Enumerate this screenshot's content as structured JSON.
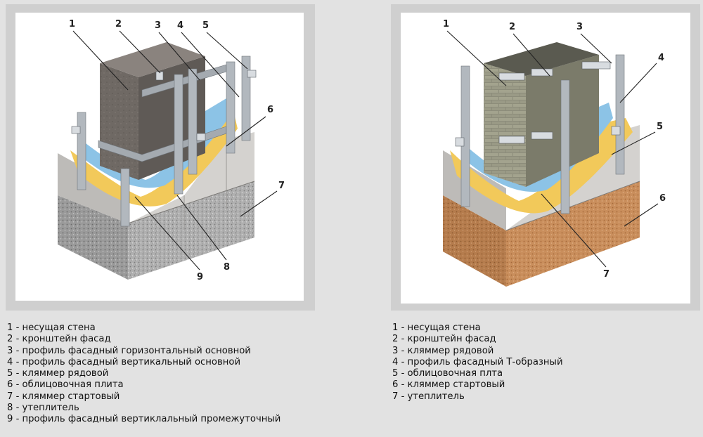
{
  "left": {
    "callouts": [
      "1",
      "2",
      "3",
      "4",
      "5",
      "6",
      "7",
      "8",
      "9"
    ],
    "legend": [
      "1 - несущая стена",
      "2 - кронштейн фасад",
      "3 - профиль фасадный горизонтальный основной",
      "4 - профиль фасадный вертикальный основной",
      "5 - кляммер рядовой",
      "6 - облицовочная плита",
      "7 - кляммер стартовый",
      "8 - утеплитель",
      "9 - профиль фасадный вертиклальный промежуточный"
    ]
  },
  "right": {
    "callouts": [
      "1",
      "2",
      "3",
      "4",
      "5",
      "6",
      "7"
    ],
    "legend": [
      "1 - несущая стена",
      "2 - кронштейн фасад",
      "3 - кляммер рядовой",
      "4 - профиль фасадный Т-образный",
      "5 - облицовочная плта",
      "6 - кляммер стартовый",
      "7 - утеплитель"
    ]
  },
  "colors": {
    "background": "#e2e2e2",
    "frame": "#cfcfcf",
    "panel": "#ffffff",
    "concrete_wall": "#6f6964",
    "insulation_blue": "#8cc3e6",
    "insulation_yellow": "#f2c95a",
    "cladding": "#cdcbc8",
    "base_granite": "#a9a9a9",
    "base_sand": "#c98e5c",
    "metal": "#9aa0a6"
  }
}
